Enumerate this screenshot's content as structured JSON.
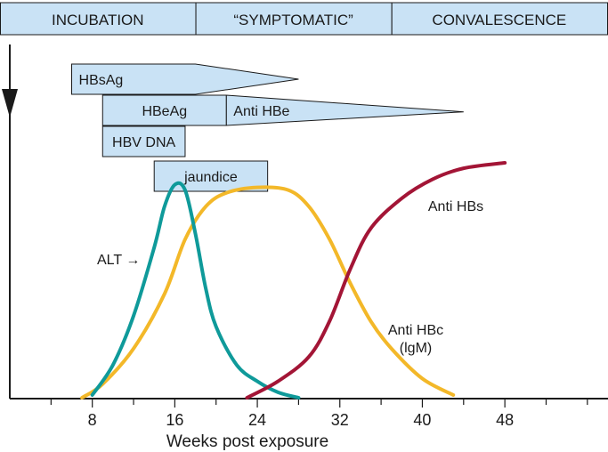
{
  "phases": [
    {
      "label": "INCUBATION",
      "start": 0,
      "end": 18
    },
    {
      "label": "“SYMPTOMATIC”",
      "start": 18,
      "end": 37
    },
    {
      "label": "CONVALESCENCE",
      "start": 37,
      "end": 58
    }
  ],
  "markers": [
    {
      "label": "HBsAg",
      "box_start": 6,
      "box_end": 18,
      "taper_end": 28
    },
    {
      "label": "HBeAg",
      "box_start": 9,
      "box_end": 21,
      "taper_end": null
    },
    {
      "label": "Anti HBe",
      "box_start": 21,
      "box_end": 21,
      "taper_end": 44
    },
    {
      "label": "HBV DNA",
      "box_start": 9,
      "box_end": 17,
      "taper_end": null
    },
    {
      "label": "jaundice",
      "box_start": 14,
      "box_end": 25,
      "taper_end": null
    }
  ],
  "chart_data": {
    "type": "line",
    "xlabel": "Weeks post exposure",
    "ylabel": "",
    "xlim": [
      0,
      58
    ],
    "ylim": [
      0,
      1
    ],
    "xticks": [
      8,
      16,
      24,
      32,
      40,
      48
    ],
    "grid": false,
    "series": [
      {
        "name": "ALT",
        "color": "#0f9a9a",
        "label_lines": [
          "ALT →"
        ],
        "points": [
          [
            8,
            0.01
          ],
          [
            10,
            0.12
          ],
          [
            12,
            0.3
          ],
          [
            14,
            0.55
          ],
          [
            15,
            0.7
          ],
          [
            16,
            0.78
          ],
          [
            17,
            0.76
          ],
          [
            18,
            0.6
          ],
          [
            19,
            0.4
          ],
          [
            20,
            0.26
          ],
          [
            22,
            0.12
          ],
          [
            24,
            0.06
          ],
          [
            26,
            0.02
          ],
          [
            28,
            0.0
          ]
        ]
      },
      {
        "name": "Anti HBc (lgM)",
        "color": "#f3b829",
        "label_lines": [
          "Anti HBc",
          "(lgM)"
        ],
        "points": [
          [
            7,
            0.0
          ],
          [
            9,
            0.05
          ],
          [
            12,
            0.18
          ],
          [
            15,
            0.38
          ],
          [
            17,
            0.58
          ],
          [
            19,
            0.7
          ],
          [
            21,
            0.75
          ],
          [
            24,
            0.77
          ],
          [
            27,
            0.76
          ],
          [
            29,
            0.7
          ],
          [
            31,
            0.58
          ],
          [
            33,
            0.42
          ],
          [
            35,
            0.28
          ],
          [
            37,
            0.18
          ],
          [
            40,
            0.07
          ],
          [
            43,
            0.01
          ]
        ]
      },
      {
        "name": "Anti HBs",
        "color": "#a31536",
        "label_lines": [
          "Anti HBs"
        ],
        "points": [
          [
            23,
            0.0
          ],
          [
            26,
            0.06
          ],
          [
            29,
            0.15
          ],
          [
            31,
            0.28
          ],
          [
            33,
            0.47
          ],
          [
            35,
            0.62
          ],
          [
            38,
            0.73
          ],
          [
            41,
            0.8
          ],
          [
            44,
            0.84
          ],
          [
            48,
            0.86
          ]
        ]
      }
    ]
  }
}
